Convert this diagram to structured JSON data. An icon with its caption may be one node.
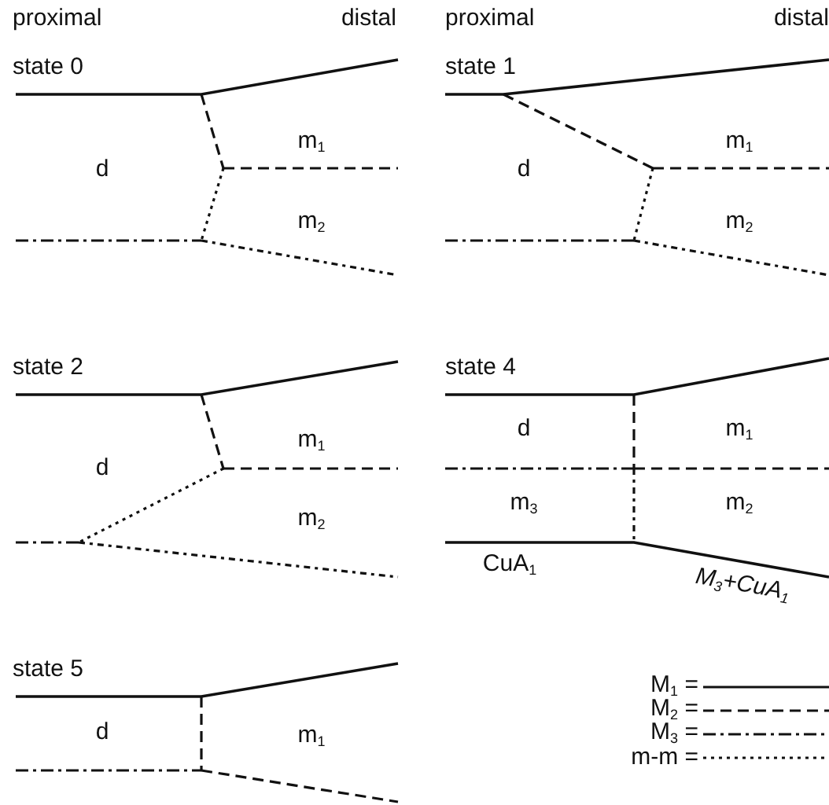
{
  "diagram": {
    "labels": [
      "proximal",
      "distal",
      "state 0",
      "d",
      "m$_{1}$",
      "m$_{2}$",
      "proximal",
      "distal",
      "state 1",
      "d",
      "m$_{1}$",
      "m$_{2}$",
      "state 2",
      "d",
      "m$_{1}$",
      "m$_{2}$",
      "state 4",
      "d",
      "m$_{1}$",
      "m$_{3}$",
      "m$_{2}$",
      "CuA$_{1}$",
      "M$_{3}$+CuA$_{1}$",
      "state 5",
      "d",
      "m$_{1}$"
    ],
    "legend": [
      {
        "text": "M$_{1}$ ="
      },
      {
        "text": "M$_{2}$ ="
      },
      {
        "text": "M$_{3}$ ="
      },
      {
        "text": "m-m ="
      }
    ]
  }
}
